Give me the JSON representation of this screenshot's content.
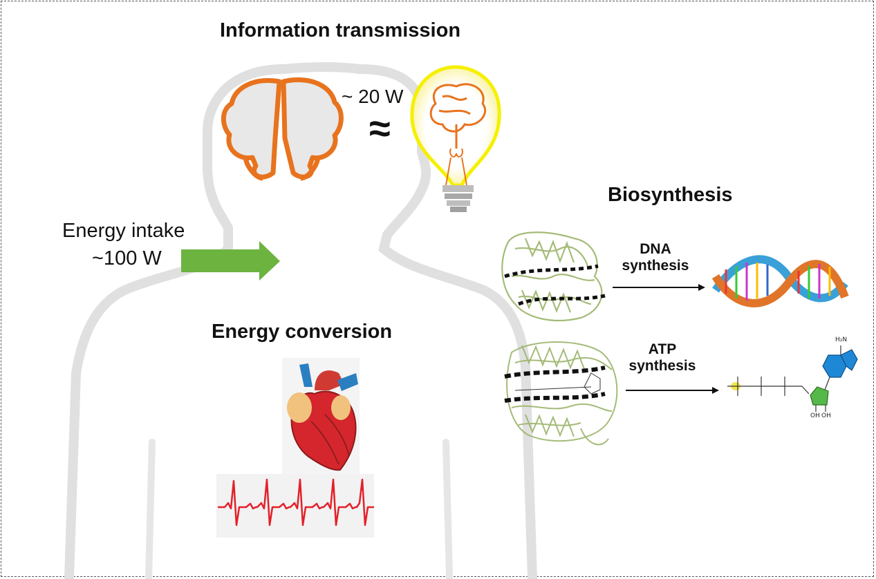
{
  "titles": {
    "information": "Information transmission",
    "biosynthesis": "Biosynthesis",
    "conversion": "Energy conversion"
  },
  "brain": {
    "power": "~ 20 W",
    "approx_symbol": "≈"
  },
  "intake": {
    "line1": "Energy intake",
    "line2": "~100 W"
  },
  "synthesis": {
    "dna_line1": "DNA",
    "dna_line2": "synthesis",
    "atp_line1": "ATP",
    "atp_line2": "synthesis"
  },
  "molecule": {
    "nh2": "H₂N",
    "oh_a": "OH",
    "oh_b": "OH"
  },
  "colors": {
    "brain_outline": "#e8731e",
    "arrow": "#6cb33f",
    "bulb_glow": "#f5f000",
    "ecg": "#e3202a",
    "protein": "#9bb46a",
    "heart": "#d4262c",
    "adenine": "#1e88d6",
    "ribose": "#56b848"
  }
}
